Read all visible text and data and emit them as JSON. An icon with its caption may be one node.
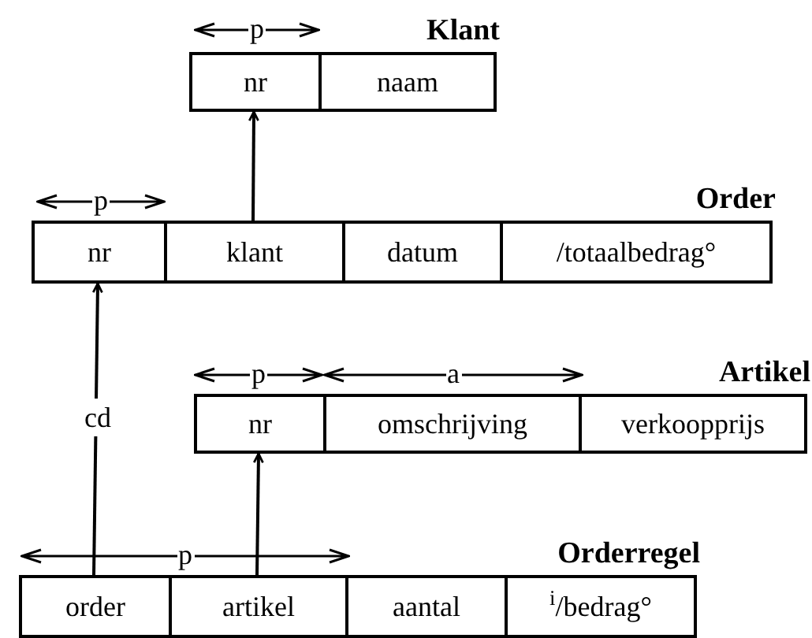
{
  "diagram": {
    "nodes": [
      {
        "text": [
          "Klant"
        ]
      },
      {
        "text": [
          "nr"
        ],
        "in": 0
      },
      {
        "text": [
          "naam"
        ],
        "in": 0
      },
      {
        "text": [
          "Order"
        ]
      },
      {
        "text": [
          "nr"
        ],
        "in": 3
      },
      {
        "text": [
          "klant"
        ],
        "in": 3
      },
      {
        "text": [
          "datum"
        ],
        "in": 3
      },
      {
        "text": [
          "/totaalbedrag°"
        ],
        "in": 3
      },
      {
        "text": [
          "Artikel"
        ]
      },
      {
        "text": [
          "nr"
        ],
        "in": 8
      },
      {
        "text": [
          "omschrijving"
        ],
        "in": 8
      },
      {
        "text": [
          "verkoopprijs"
        ],
        "in": 8
      },
      {
        "text": [
          "Orderregel"
        ]
      },
      {
        "text": [
          "order"
        ],
        "in": 12
      },
      {
        "text": [
          "artikel"
        ],
        "in": 12
      },
      {
        "text": [
          "aantal"
        ],
        "in": 12
      },
      {
        "text": [
          "$^{i}$/bedrag°"
        ],
        "in": 12
      }
    ],
    "edges": [
      {
        "from": 5,
        "to": 1,
        "arrow": "to"
      },
      {
        "from": 13,
        "to": 4,
        "arrow": "to",
        "label": "cd"
      },
      {
        "from": 14,
        "to": 9,
        "arrow": "to"
      }
    ],
    "labels": [
      "p",
      "p",
      "p",
      "a",
      "p"
    ]
  }
}
